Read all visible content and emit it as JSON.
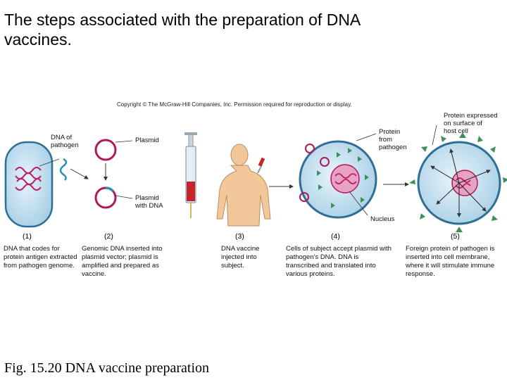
{
  "slide": {
    "title": "The steps associated with the preparation of DNA vaccines.",
    "caption": "Fig. 15.20 DNA vaccine preparation"
  },
  "figure": {
    "copyright": "Copyright © The McGraw-Hill Companies, Inc. Permission required for reproduction or display.",
    "labels": {
      "dna_of_pathogen_1": "DNA of",
      "dna_of_pathogen_2": "pathogen",
      "plasmid": "Plasmid",
      "plasmid_with_dna_1": "Plasmid",
      "plasmid_with_dna_2": "with DNA",
      "protein_from_pathogen_1": "Protein",
      "protein_from_pathogen_2": "from",
      "protein_from_pathogen_3": "pathogen",
      "nucleus": "Nucleus",
      "protein_expressed_1": "Protein expressed",
      "protein_expressed_2": "on surface of",
      "protein_expressed_3": "host cell"
    },
    "steps": [
      {
        "num": "(1)",
        "caption": "DNA that codes for protein antigen extracted from pathogen genome."
      },
      {
        "num": "(2)",
        "caption": "Genomic DNA inserted into plasmid vector; plasmid is amplified and prepared as vaccine."
      },
      {
        "num": "(3)",
        "caption": "DNA vaccine injected into subject."
      },
      {
        "num": "(4)",
        "caption": "Cells of subject accept plasmid with pathogen's DNA. DNA is transcribed and translated into various proteins."
      },
      {
        "num": "(5)",
        "caption": "Foreign protein of pathogen is inserted into cell membrane, where it will stimulate immune response."
      }
    ]
  },
  "colors": {
    "plasmid": "#b0185a",
    "cell_fill": "#cfe6f3",
    "cell_edge": "#2f6f96",
    "nucleus": "#d4347a",
    "protein": "#3f8f5a",
    "skin": "#f2c79a"
  }
}
